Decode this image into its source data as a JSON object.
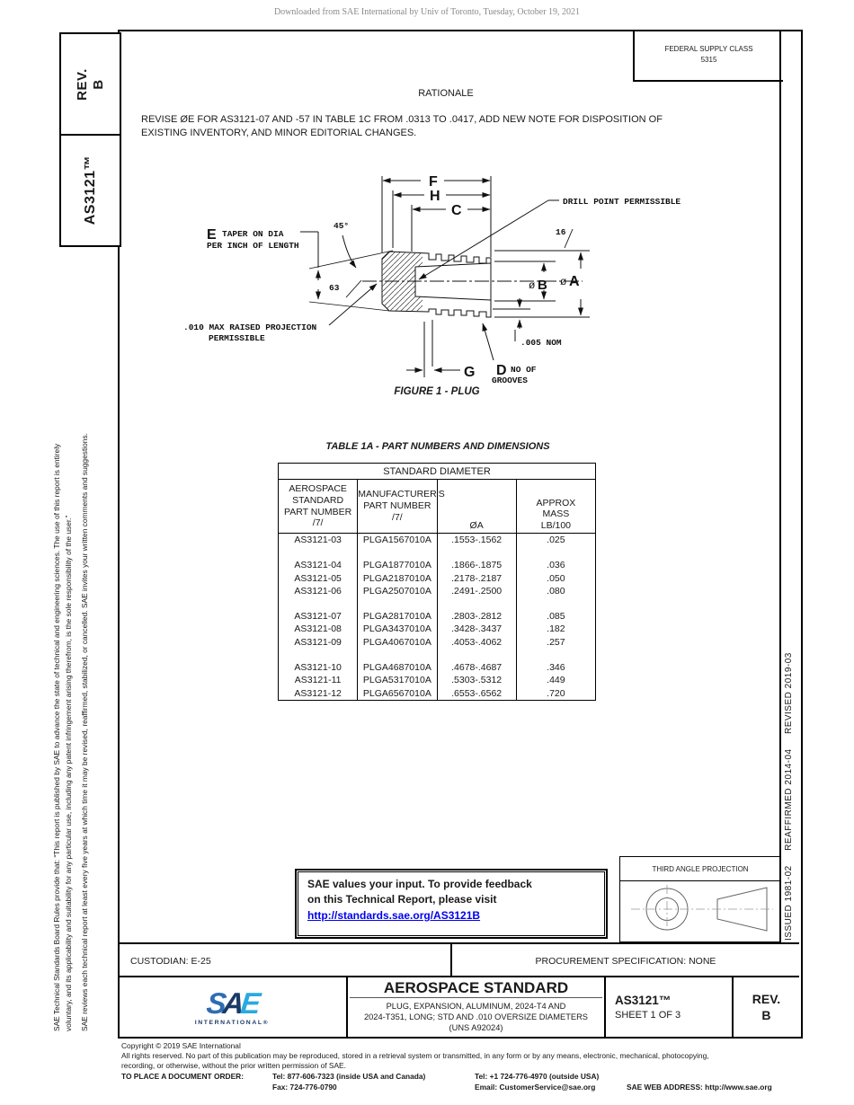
{
  "page_header": {
    "download_notice": "Downloaded from SAE International by Univ of Toronto, Tuesday, October 19, 2021"
  },
  "sidebar": {
    "rev_box": "REV.\nB",
    "doc_number": "AS3121™",
    "disclaimer_line1": "SAE Technical Standards Board Rules provide that: “This report is published by SAE to advance the state of technical and engineering sciences. The use of this report is entirely",
    "disclaimer_line2": "voluntary, and its applicability and suitability for any particular use, including any patent infringement arising therefrom, is the sole responsibility of the user.”",
    "disclaimer_line3": "SAE reviews each technical report at least every five years at which time it may be revised, reaffirmed, stabilized, or cancelled. SAE invites your written comments and suggestions."
  },
  "issued_strip": "ISSUED 1981-02     REAFFIRMED 2014-04     REVISED 2019-03",
  "supply_class": {
    "label": "FEDERAL SUPPLY CLASS",
    "value": "5315"
  },
  "rationale": {
    "title": "RATIONALE",
    "line1": "REVISE ØE FOR AS3121-07 AND -57 IN TABLE 1C FROM .0313 TO .0417, ADD NEW NOTE FOR DISPOSITION OF",
    "line2": "EXISTING INVENTORY, AND MINOR EDITORIAL CHANGES."
  },
  "figure": {
    "caption": "FIGURE 1 - PLUG",
    "labels": {
      "f": "F",
      "h": "H",
      "c": "C",
      "e": "E",
      "g": "G",
      "d": "D",
      "a": "A",
      "b": "B",
      "phi": "ø",
      "taper1": "TAPER ON DIA",
      "taper2": "PER INCH OF LENGTH",
      "deg45": "45°",
      "s63": "63",
      "s16": "16",
      "drill": "DRILL POINT PERMISSIBLE",
      "raised1": ".010 MAX RAISED PROJECTION",
      "raised2": "PERMISSIBLE",
      "nom005": ".005 NOM",
      "noof": "NO OF",
      "grooves": "GROOVES"
    }
  },
  "table": {
    "title": "TABLE 1A - PART NUMBERS AND DIMENSIONS",
    "span_header": "STANDARD DIAMETER",
    "col_headers": {
      "part": "AEROSPACE\nSTANDARD\nPART NUMBER\n/7/",
      "mfr": "MANUFACTURER'S\nPART NUMBER\n/7/",
      "dia": "ØA",
      "mass": "APPROX\nMASS\nLB/100"
    },
    "rows": [
      {
        "part": "AS3121-03",
        "mfr": "PLGA1567010A",
        "dia": ".1553-.1562",
        "mass": ".025"
      },
      {
        "part": "AS3121-04",
        "mfr": "PLGA1877010A",
        "dia": ".1866-.1875",
        "mass": ".036"
      },
      {
        "part": "AS3121-05",
        "mfr": "PLGA2187010A",
        "dia": ".2178-.2187",
        "mass": ".050"
      },
      {
        "part": "AS3121-06",
        "mfr": "PLGA2507010A",
        "dia": ".2491-.2500",
        "mass": ".080"
      },
      {
        "part": "AS3121-07",
        "mfr": "PLGA2817010A",
        "dia": ".2803-.2812",
        "mass": ".085"
      },
      {
        "part": "AS3121-08",
        "mfr": "PLGA3437010A",
        "dia": ".3428-.3437",
        "mass": ".182"
      },
      {
        "part": "AS3121-09",
        "mfr": "PLGA4067010A",
        "dia": ".4053-.4062",
        "mass": ".257"
      },
      {
        "part": "AS3121-10",
        "mfr": "PLGA4687010A",
        "dia": ".4678-.4687",
        "mass": ".346"
      },
      {
        "part": "AS3121-11",
        "mfr": "PLGA5317010A",
        "dia": ".5303-.5312",
        "mass": ".449"
      },
      {
        "part": "AS3121-12",
        "mfr": "PLGA6567010A",
        "dia": ".6553-.6562",
        "mass": ".720"
      }
    ]
  },
  "feedback": {
    "line1": "SAE values your input. To provide feedback",
    "line2": "on this Technical Report, please visit",
    "link": "http://standards.sae.org/AS3121B"
  },
  "projection": {
    "label": "THIRD ANGLE PROJECTION"
  },
  "custodian_row": {
    "custodian": "CUSTODIAN: E-25",
    "procurement": "PROCUREMENT SPECIFICATION: NONE"
  },
  "title_block": {
    "logo_s": "S",
    "logo_a": "A",
    "logo_e": "E",
    "logo_sub": "INTERNATIONAL®",
    "doc_type": "AEROSPACE STANDARD",
    "subtitle1": "PLUG, EXPANSION, ALUMINUM, 2024-T4 AND",
    "subtitle2": "2024-T351, LONG; STD AND .010 OVERSIZE DIAMETERS",
    "subtitle3": "(UNS A92024)",
    "doc_number": "AS3121™",
    "sheet": "SHEET 1 OF 3",
    "rev": "REV.\nB"
  },
  "footer": {
    "copyright": "Copyright © 2019 SAE International",
    "rights1": "All rights reserved. No part of this publication may be reproduced, stored in a retrieval system or transmitted, in any form or by any means, electronic, mechanical, photocopying,",
    "rights2": "recording, or otherwise, without the prior written permission of SAE.",
    "order_label": "TO PLACE A DOCUMENT ORDER:",
    "tel_inside": "Tel: 877-606-7323 (inside USA and Canada)",
    "tel_outside": "Tel: +1 724-776-4970 (outside USA)",
    "fax": "Fax: 724-776-0790",
    "email": "Email: CustomerService@sae.org",
    "web": "SAE WEB ADDRESS: http://www.sae.org"
  },
  "colors": {
    "link_blue": "#0000EE",
    "logo_dark": "#1b3a66",
    "logo_mid": "#2e6db4",
    "logo_light": "#2aa9e0"
  }
}
